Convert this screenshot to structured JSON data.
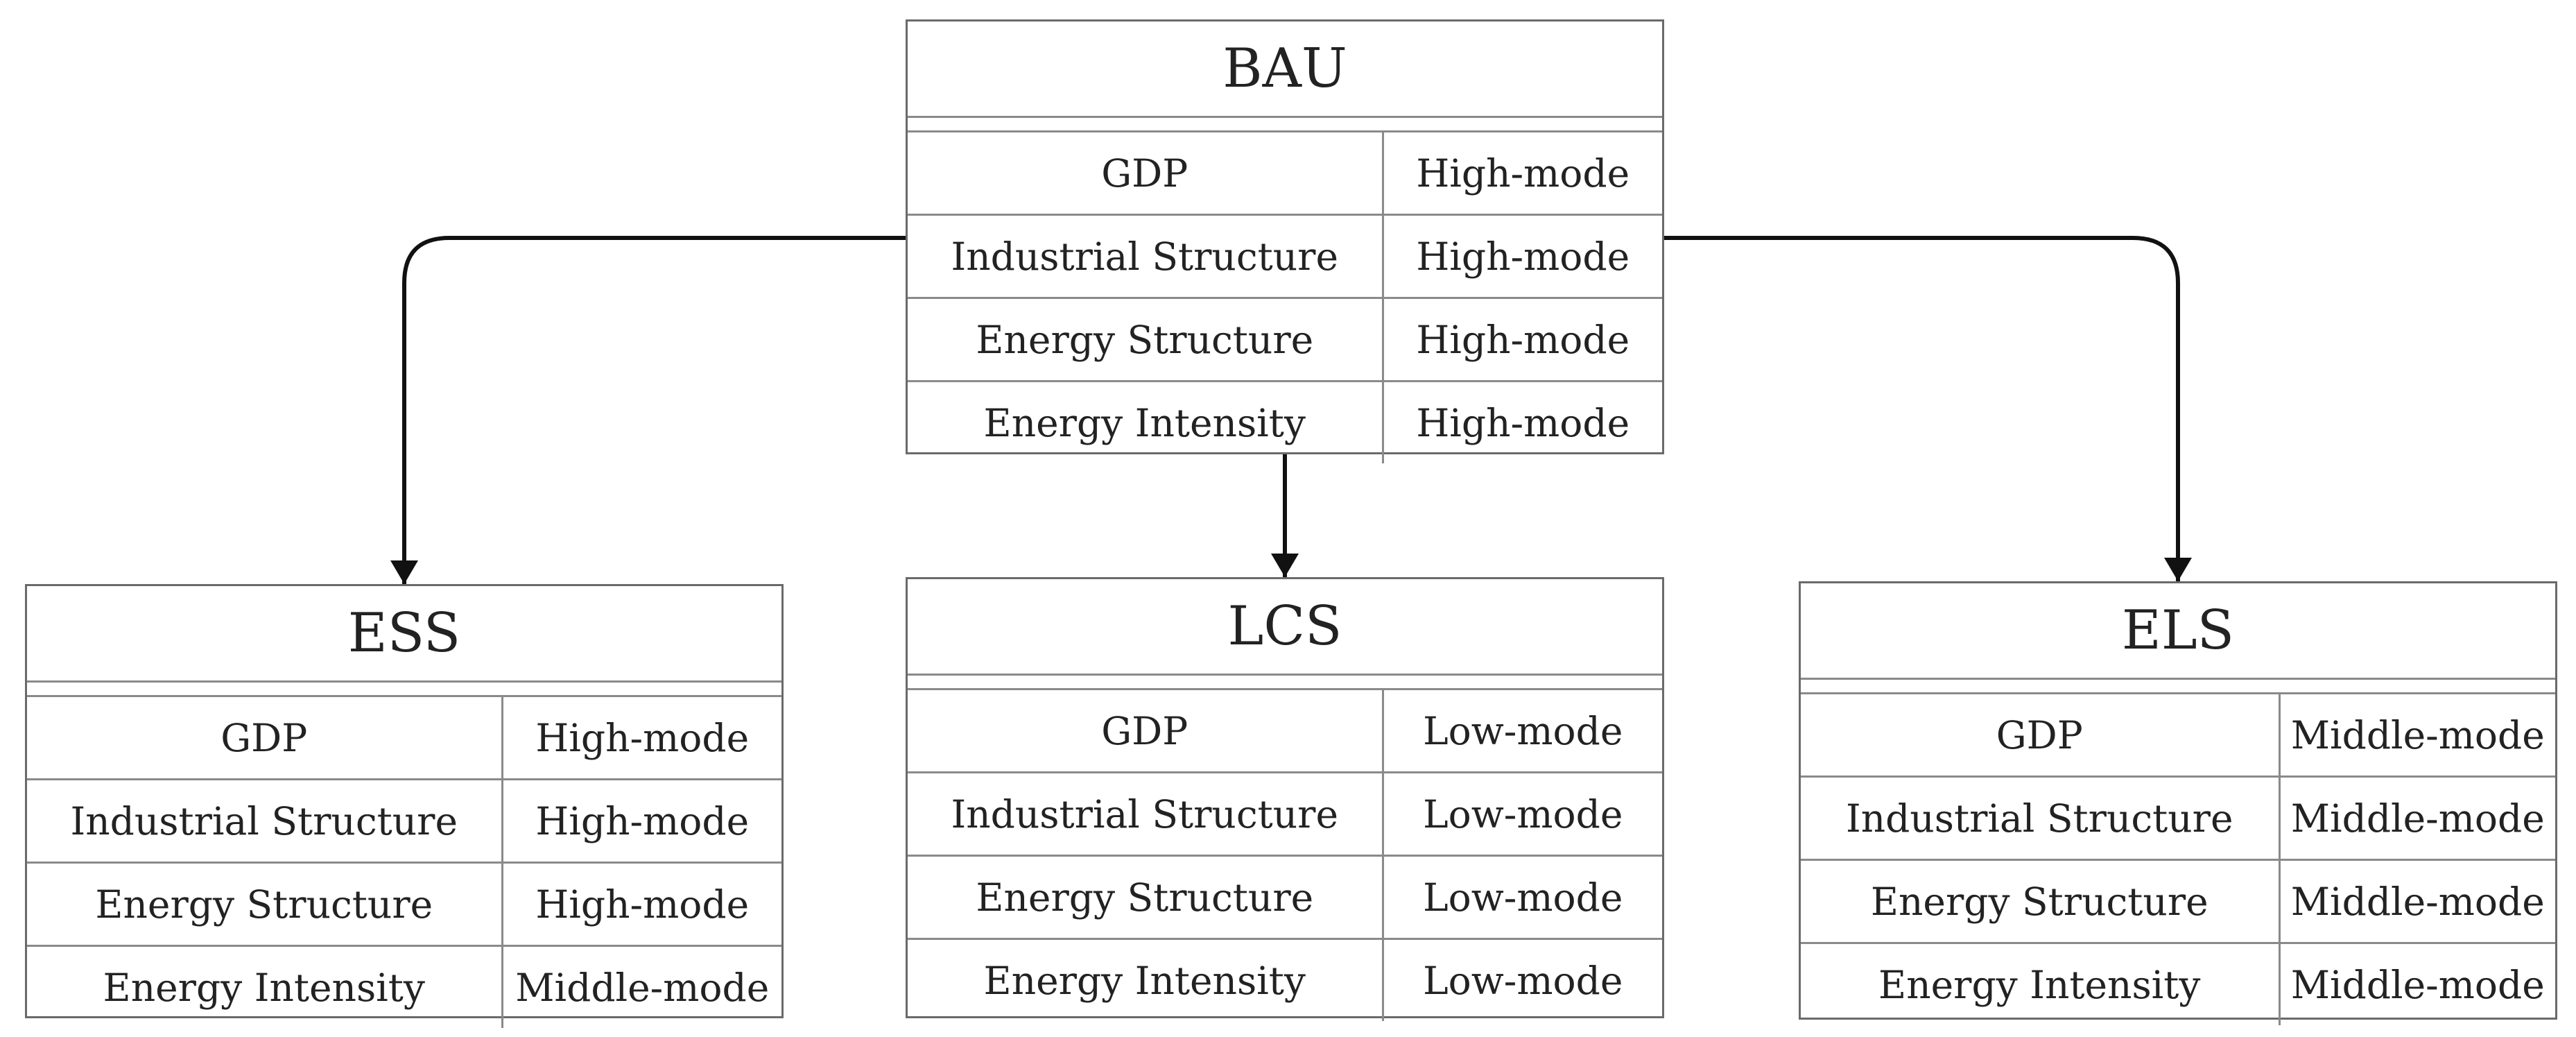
{
  "diagram": {
    "source": {
      "title": "BAU",
      "rows": [
        {
          "factor": "GDP",
          "mode": "High-mode"
        },
        {
          "factor": "Industrial Structure",
          "mode": "High-mode"
        },
        {
          "factor": "Energy Structure",
          "mode": "High-mode"
        },
        {
          "factor": "Energy Intensity",
          "mode": "High-mode"
        }
      ]
    },
    "scenarios": [
      {
        "title": "ESS",
        "rows": [
          {
            "factor": "GDP",
            "mode": "High-mode"
          },
          {
            "factor": "Industrial Structure",
            "mode": "High-mode"
          },
          {
            "factor": "Energy Structure",
            "mode": "High-mode"
          },
          {
            "factor": "Energy Intensity",
            "mode": "Middle-mode"
          }
        ]
      },
      {
        "title": "LCS",
        "rows": [
          {
            "factor": "GDP",
            "mode": "Low-mode"
          },
          {
            "factor": "Industrial Structure",
            "mode": "Low-mode"
          },
          {
            "factor": "Energy Structure",
            "mode": "Low-mode"
          },
          {
            "factor": "Energy Intensity",
            "mode": "Low-mode"
          }
        ]
      },
      {
        "title": "ELS",
        "rows": [
          {
            "factor": "GDP",
            "mode": "Middle-mode"
          },
          {
            "factor": "Industrial Structure",
            "mode": "Middle-mode"
          },
          {
            "factor": "Energy Structure",
            "mode": "Middle-mode"
          },
          {
            "factor": "Energy Intensity",
            "mode": "Middle-mode"
          }
        ]
      }
    ]
  }
}
